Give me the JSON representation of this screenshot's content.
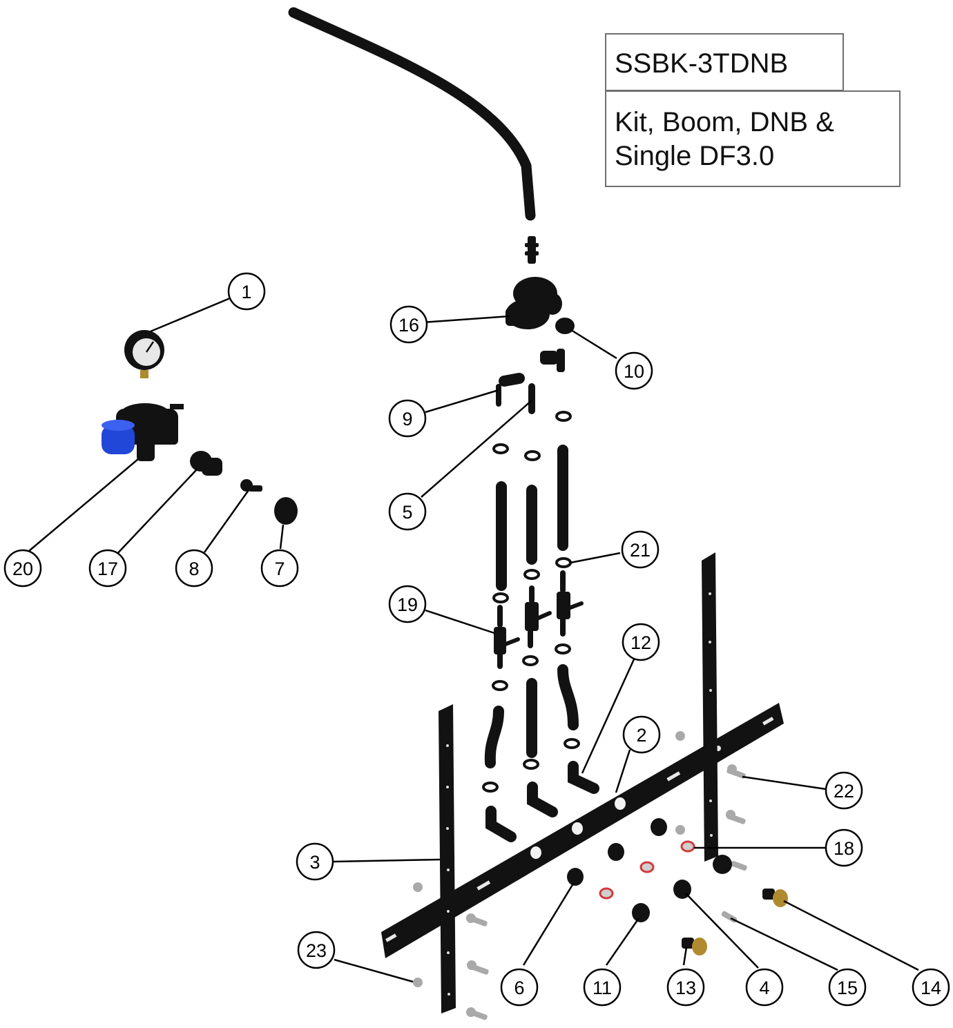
{
  "title": {
    "code": "SSBK-3TDNB",
    "description_lines": [
      "Kit, Boom, DNB &",
      "Single DF3.0"
    ]
  },
  "colors": {
    "parts": "#121212",
    "line": "#000000",
    "regulator_bowl": "#2147d8",
    "brass": "#b08a2e",
    "bolts": "#a9a9a9",
    "bushing_red": "#d23a3a",
    "title_border": "#6f6f6f"
  },
  "callouts": [
    "1",
    "2",
    "3",
    "4",
    "5",
    "6",
    "7",
    "8",
    "9",
    "10",
    "11",
    "12",
    "13",
    "14",
    "15",
    "16",
    "17",
    "18",
    "19",
    "20",
    "21",
    "22",
    "23"
  ]
}
